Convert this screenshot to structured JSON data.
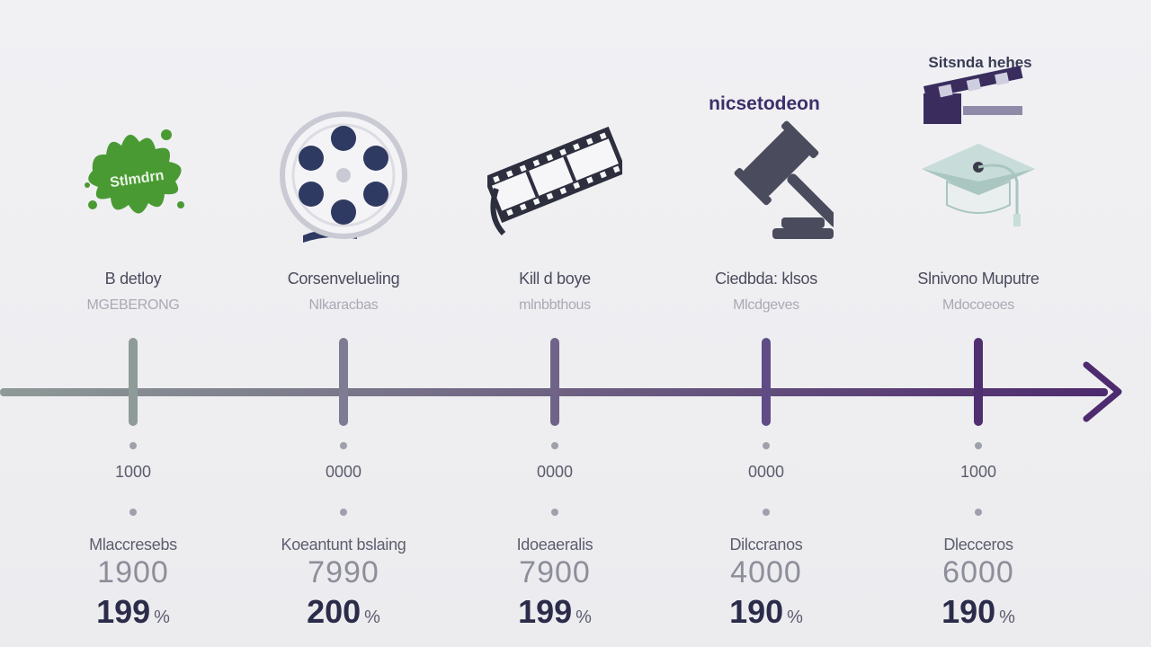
{
  "brands": {
    "top_right": "Sitsnda hehes",
    "nick": "nicsetodeon"
  },
  "milestones": [
    {
      "icon": "slime-splat-icon",
      "icon_text": "Stlmdrn",
      "title": "B detloy",
      "subtitle": "MGEBERONG",
      "year": "1000",
      "stat_label": "Mlaccresebs",
      "stat_value": "1900",
      "stat_bold": "199",
      "stat_unit": "%",
      "tick_color": "#8f9b98"
    },
    {
      "icon": "film-reel-icon",
      "title": "Corsenvelueling",
      "subtitle": "Nlkaracbas",
      "year": "0000",
      "stat_label": "Koeantunt bslaing",
      "stat_value": "7990",
      "stat_bold": "200",
      "stat_unit": "%",
      "tick_color": "#7d7c93"
    },
    {
      "icon": "film-strip-icon",
      "title": "Kill d boye",
      "subtitle": "mlnbbthous",
      "year": "0000",
      "stat_label": "Idoeaeralis",
      "stat_value": "7900",
      "stat_bold": "199",
      "stat_unit": "%",
      "tick_color": "#6f6488"
    },
    {
      "icon": "gavel-icon",
      "title": "Ciedbda: klsos",
      "subtitle": "Mlcdgeves",
      "year": "0000",
      "stat_label": "Dilccranos",
      "stat_value": "4000",
      "stat_bold": "190",
      "stat_unit": "%",
      "tick_color": "#5f4c86"
    },
    {
      "icon": "graduation-cap-icon",
      "title": "Slnivono Muputre",
      "subtitle": "Mdocoeoes",
      "year": "1000",
      "stat_label": "Dlecceros",
      "stat_value": "6000",
      "stat_bold": "190",
      "stat_unit": "%",
      "tick_color": "#4f2f6f"
    }
  ],
  "colors": {
    "axis_start": "#8e9a97",
    "axis_end": "#4e2a6e",
    "slime_green": "#4a9a34",
    "reel_navy": "#2f3a62",
    "gavel_gray": "#4a4b5c",
    "cap_teal": "#a9c6c1",
    "clapper_purple": "#3a2d5e"
  }
}
